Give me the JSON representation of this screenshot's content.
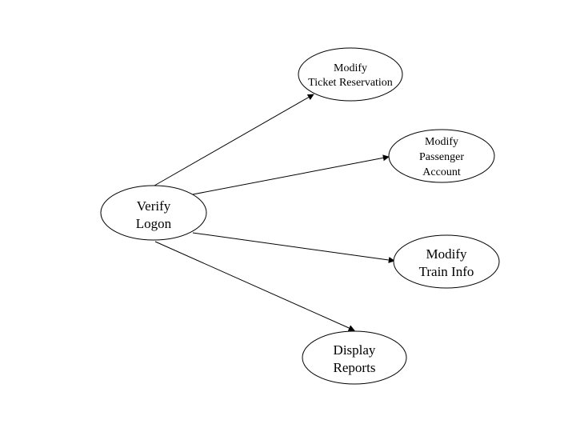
{
  "diagram": {
    "nodes": {
      "verify_logon": {
        "line1": "Verify",
        "line2": "Logon"
      },
      "modify_ticket": {
        "line1": "Modify",
        "line2": "Ticket Reservation"
      },
      "modify_passenger": {
        "line1": "Modify",
        "line2": "Passenger",
        "line3": "Account"
      },
      "modify_train": {
        "line1": "Modify",
        "line2": "Train Info"
      },
      "display_reports": {
        "line1": "Display",
        "line2": "Reports"
      }
    },
    "edges": [
      {
        "from": "verify_logon",
        "to": "modify_ticket"
      },
      {
        "from": "verify_logon",
        "to": "modify_passenger"
      },
      {
        "from": "verify_logon",
        "to": "modify_train"
      },
      {
        "from": "verify_logon",
        "to": "display_reports"
      }
    ]
  }
}
